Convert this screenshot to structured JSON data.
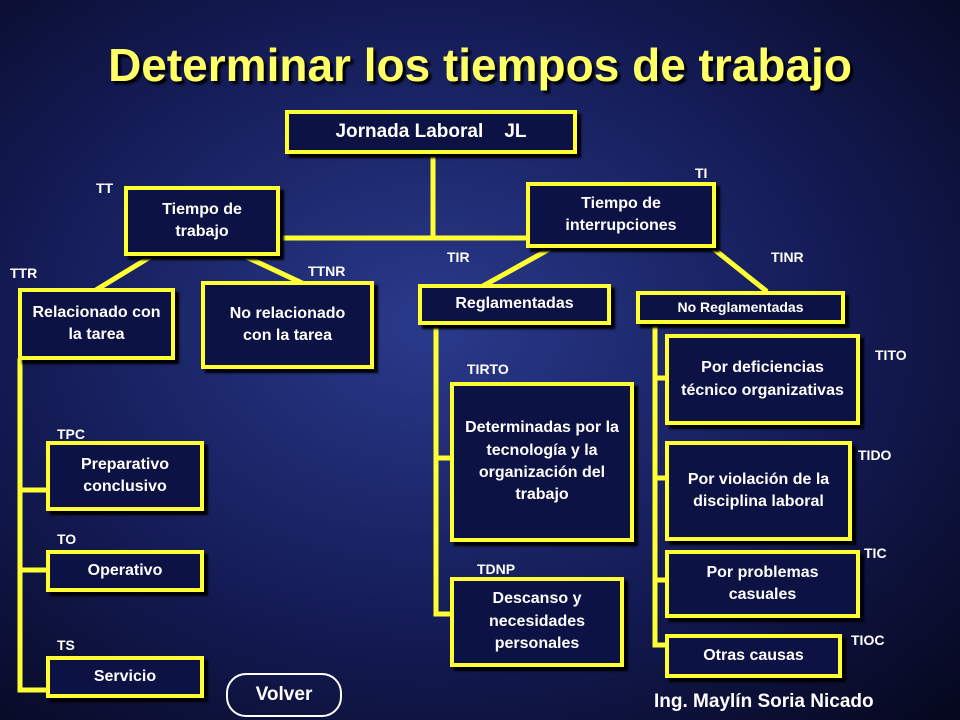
{
  "title": "Determinar los tiempos de trabajo",
  "boxes": {
    "jornada": "Jornada Laboral    JL",
    "tiempo_trabajo": "Tiempo de trabajo",
    "tiempo_interrupciones": "Tiempo de interrupciones",
    "relacionado": "Relacionado con la tarea",
    "no_relacionado": "No relacionado con la tarea",
    "reglamentadas": "Reglamentadas",
    "no_reglamentadas": "No Reglamentadas",
    "preparativo": "Preparativo conclusivo",
    "operativo": "Operativo",
    "servicio": "Servicio",
    "determinadas": "Determinadas por la tecnología y la organización del trabajo",
    "descanso": "Descanso y necesidades personales",
    "deficiencias": "Por deficiencias técnico organizativas",
    "violacion": "Por violación de la disciplina laboral",
    "problemas": "Por problemas casuales",
    "otras": "Otras causas"
  },
  "labels": {
    "tt": "TT",
    "ti": "TI",
    "ttr": "TTR",
    "ttnr": "TTNR",
    "tir": "TIR",
    "tinr": "TINR",
    "tpc": "TPC",
    "to": "TO",
    "ts": "TS",
    "tirto": "TIRTO",
    "tdnp": "TDNP",
    "tito": "TITO",
    "tido": "TIDO",
    "tic": "TIC",
    "tioc": "TIOC"
  },
  "volver": "Volver",
  "author": "Ing. Maylín Soria Nicado",
  "colors": {
    "line": "#ffff33",
    "title": "#ffff66",
    "box_fill": "#0c1244"
  }
}
